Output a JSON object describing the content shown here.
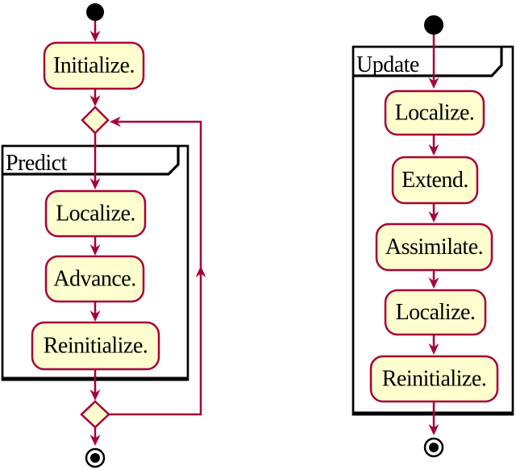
{
  "colors": {
    "accent": "#A80036",
    "node_fill": "#FEFECE",
    "frame_border": "#000000",
    "text": "#000000",
    "background": "#FFFFFF"
  },
  "left_diagram": {
    "frame_title": "Predict",
    "nodes": {
      "initialize": "Initialize.",
      "localize": "Localize.",
      "advance": "Advance.",
      "reinitialize": "Reinitialize."
    }
  },
  "right_diagram": {
    "frame_title": "Update",
    "nodes": {
      "localize1": "Localize.",
      "extend": "Extend.",
      "assimilate": "Assimilate.",
      "localize2": "Localize.",
      "reinitialize": "Reinitialize."
    }
  }
}
